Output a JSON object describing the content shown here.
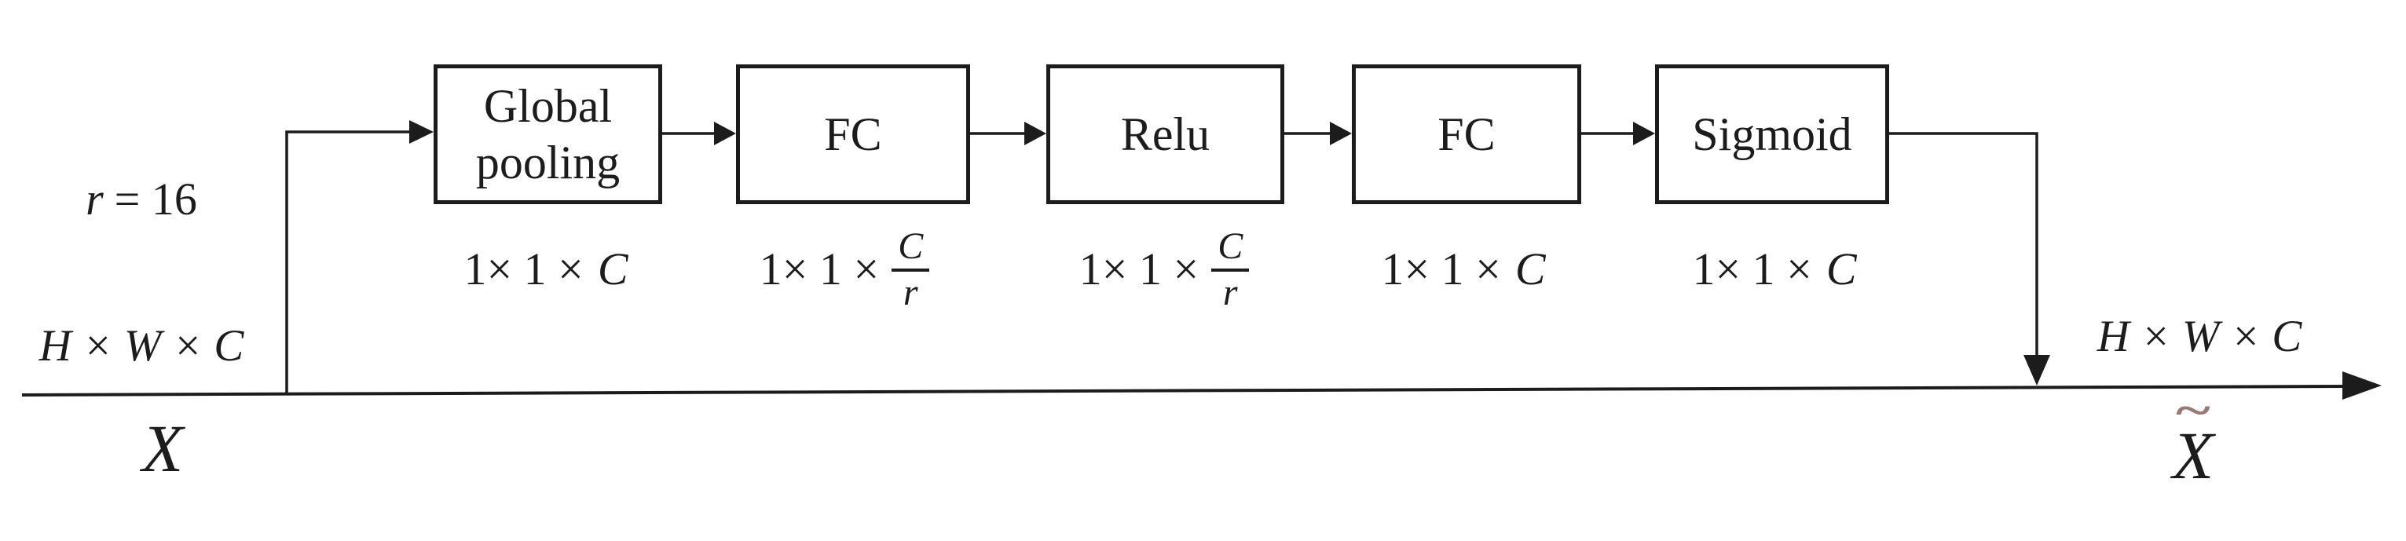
{
  "figure": {
    "background": "#ffffff",
    "stroke_color": "#1c1c1c",
    "tilde_color": "#9a7878"
  },
  "annotations": {
    "ratio": {
      "variable": "r",
      "rest": "= 16"
    },
    "input_dim": "H × W × C",
    "output_dim": "H × W × C",
    "input_var": "X",
    "output_var": "X",
    "output_tilde": "~"
  },
  "blocks": [
    {
      "label": "Global pooling",
      "dim": {
        "prefix": "1× 1 ×",
        "value": "C"
      }
    },
    {
      "label": "FC",
      "dim": {
        "prefix": "1× 1 ×",
        "num": "C",
        "den": "r"
      }
    },
    {
      "label": "Relu",
      "dim": {
        "prefix": "1× 1 ×",
        "num": "C",
        "den": "r"
      }
    },
    {
      "label": "FC",
      "dim": {
        "prefix": "1× 1 ×",
        "value": "C"
      }
    },
    {
      "label": "Sigmoid",
      "dim": {
        "prefix": "1× 1 ×",
        "value": "C"
      }
    }
  ]
}
